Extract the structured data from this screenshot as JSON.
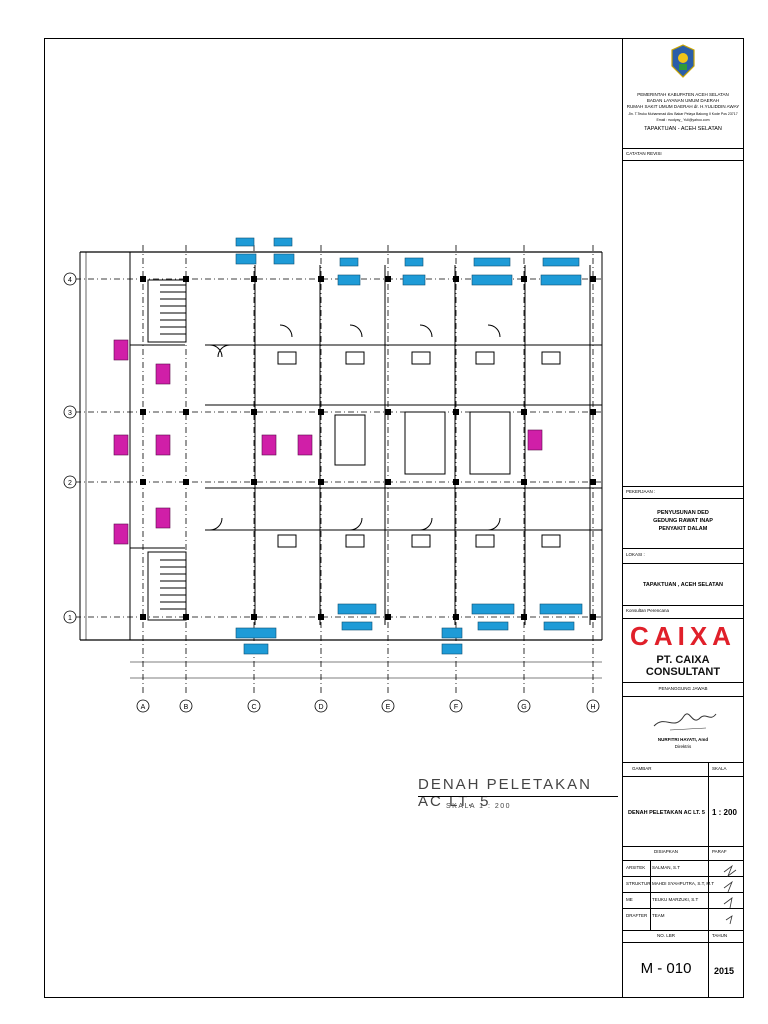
{
  "agency": {
    "line1": "PEMERINTAH KABUPATEN ACEH SELATAN",
    "line2": "BADAN LAYANAN UMUM DAERAH",
    "line3": "RUMAH SAKIT UMUM DAERAH dr. H.YULIDDIN AWAY",
    "line4": "Jln. T.Teuku Muhammad Abu Bakar Pelaya Bakong II Kode Pos 23717",
    "line5": "Email : rsudyay_ Yuli@yahoo.com",
    "line6": "TAPAKTUAN - ACEH SELATAN"
  },
  "catatan_label": "CATATAN REVISI",
  "pekerjaan": {
    "label": "PEKERJAAN :",
    "line1": "PENYUSUNAN DED",
    "line2": "GEDUNG RAWAT INAP",
    "line3": "PENYAKIT DALAM"
  },
  "lokasi": {
    "label": "LOKASI :",
    "value": "TAPAKTUAN , ACEH SELATAN"
  },
  "konsultan": {
    "label": "Konsultan Perencana",
    "logo_text": "CAIXA",
    "name": "PT. CAIXA CONSULTANT"
  },
  "penanggung": {
    "label": "PENANGGUNG JAWAB",
    "name": "NURFITRI HAYATI, Amd",
    "role": "Direktris"
  },
  "gambar": {
    "label": "GAMBAR",
    "skala_label": "SKALA",
    "title": "DENAH PELETAKAN AC LT. 5",
    "scale": "1 : 200"
  },
  "disiapkan": {
    "label": "DISIAPKAN",
    "paraf_label": "PARAF",
    "rows": [
      {
        "role": "ARSITEK",
        "name": "SALMAN, S.T"
      },
      {
        "role": "STRUKTUR",
        "name": "MAHDI SYAHPUTRA, S.T, M.T"
      },
      {
        "role": "ME",
        "name": "TEUKU MARZUKI, S.T"
      },
      {
        "role": "DRAFTER",
        "name": "TEAM"
      }
    ]
  },
  "no_lbr_label": "NO. LBR",
  "tahun_label": "TAHUN",
  "sheet_no": "M - 010",
  "year": "2015",
  "drawing_title": "DENAH PELETAKAN AC LT. 5",
  "drawing_scale": "SKALA 1 : 200",
  "grid_columns": [
    "A",
    "B",
    "C",
    "D",
    "E",
    "F",
    "G",
    "H"
  ],
  "grid_rows": [
    "4",
    "3",
    "2",
    "1"
  ],
  "colors": {
    "ac_unit": "#1e9bd7",
    "ac_indoor": "#d01fa8",
    "logo_red": "#e0202a"
  }
}
